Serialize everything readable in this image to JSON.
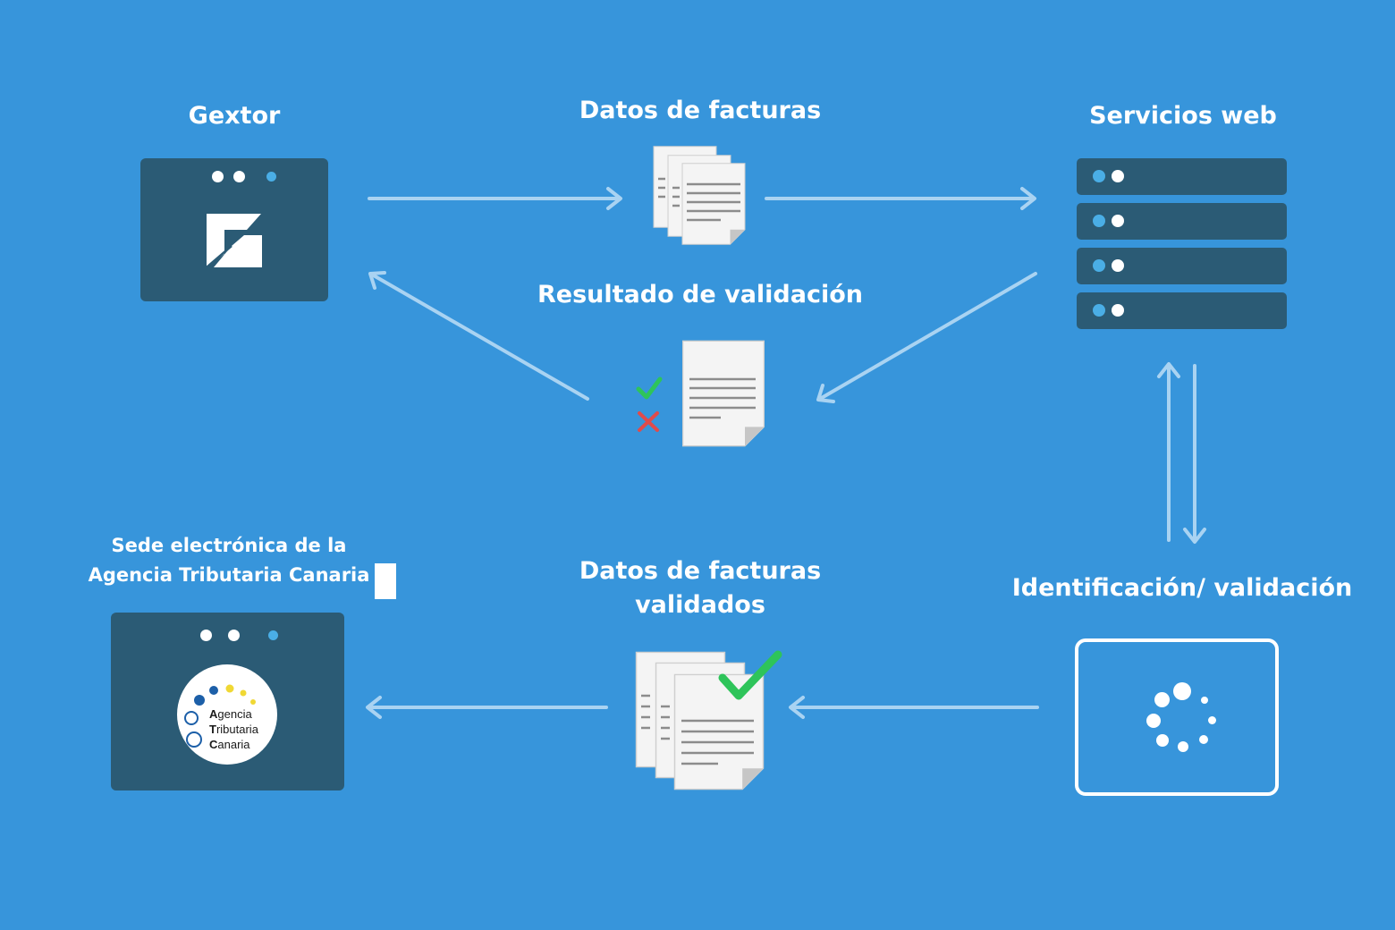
{
  "nodes": {
    "gextor": {
      "label": "Gextor"
    },
    "servicios_web": {
      "label": "Servicios web"
    },
    "sede": {
      "label_line1": "Sede electrónica de la",
      "label_line2": "Agencia Tributaria Canaria"
    },
    "identificacion": {
      "label": "Identificación/ validación"
    }
  },
  "flows": {
    "datos_facturas": {
      "label": "Datos de facturas"
    },
    "resultado_validacion": {
      "label": "Resultado de validación"
    },
    "datos_validados": {
      "label_line1": "Datos de facturas",
      "label_line2": "validados"
    }
  },
  "logo": {
    "line1_initial": "A",
    "line1_rest": "gencia",
    "line2_initial": "T",
    "line2_rest": "ributaria",
    "line3_initial": "C",
    "line3_rest": "anaria"
  },
  "colors": {
    "background": "#3795db",
    "panel": "#2b5b75",
    "arrow": "#a9d3f2",
    "check": "#2ec45a",
    "cross": "#e04b4b",
    "led_blue": "#4aaee6"
  },
  "icons": {
    "gextor_logo": "gextor-logo-icon",
    "documents": "document-stack-icon",
    "check": "check-icon",
    "cross": "cross-icon",
    "server": "server-icon",
    "spinner": "loading-spinner-icon"
  }
}
